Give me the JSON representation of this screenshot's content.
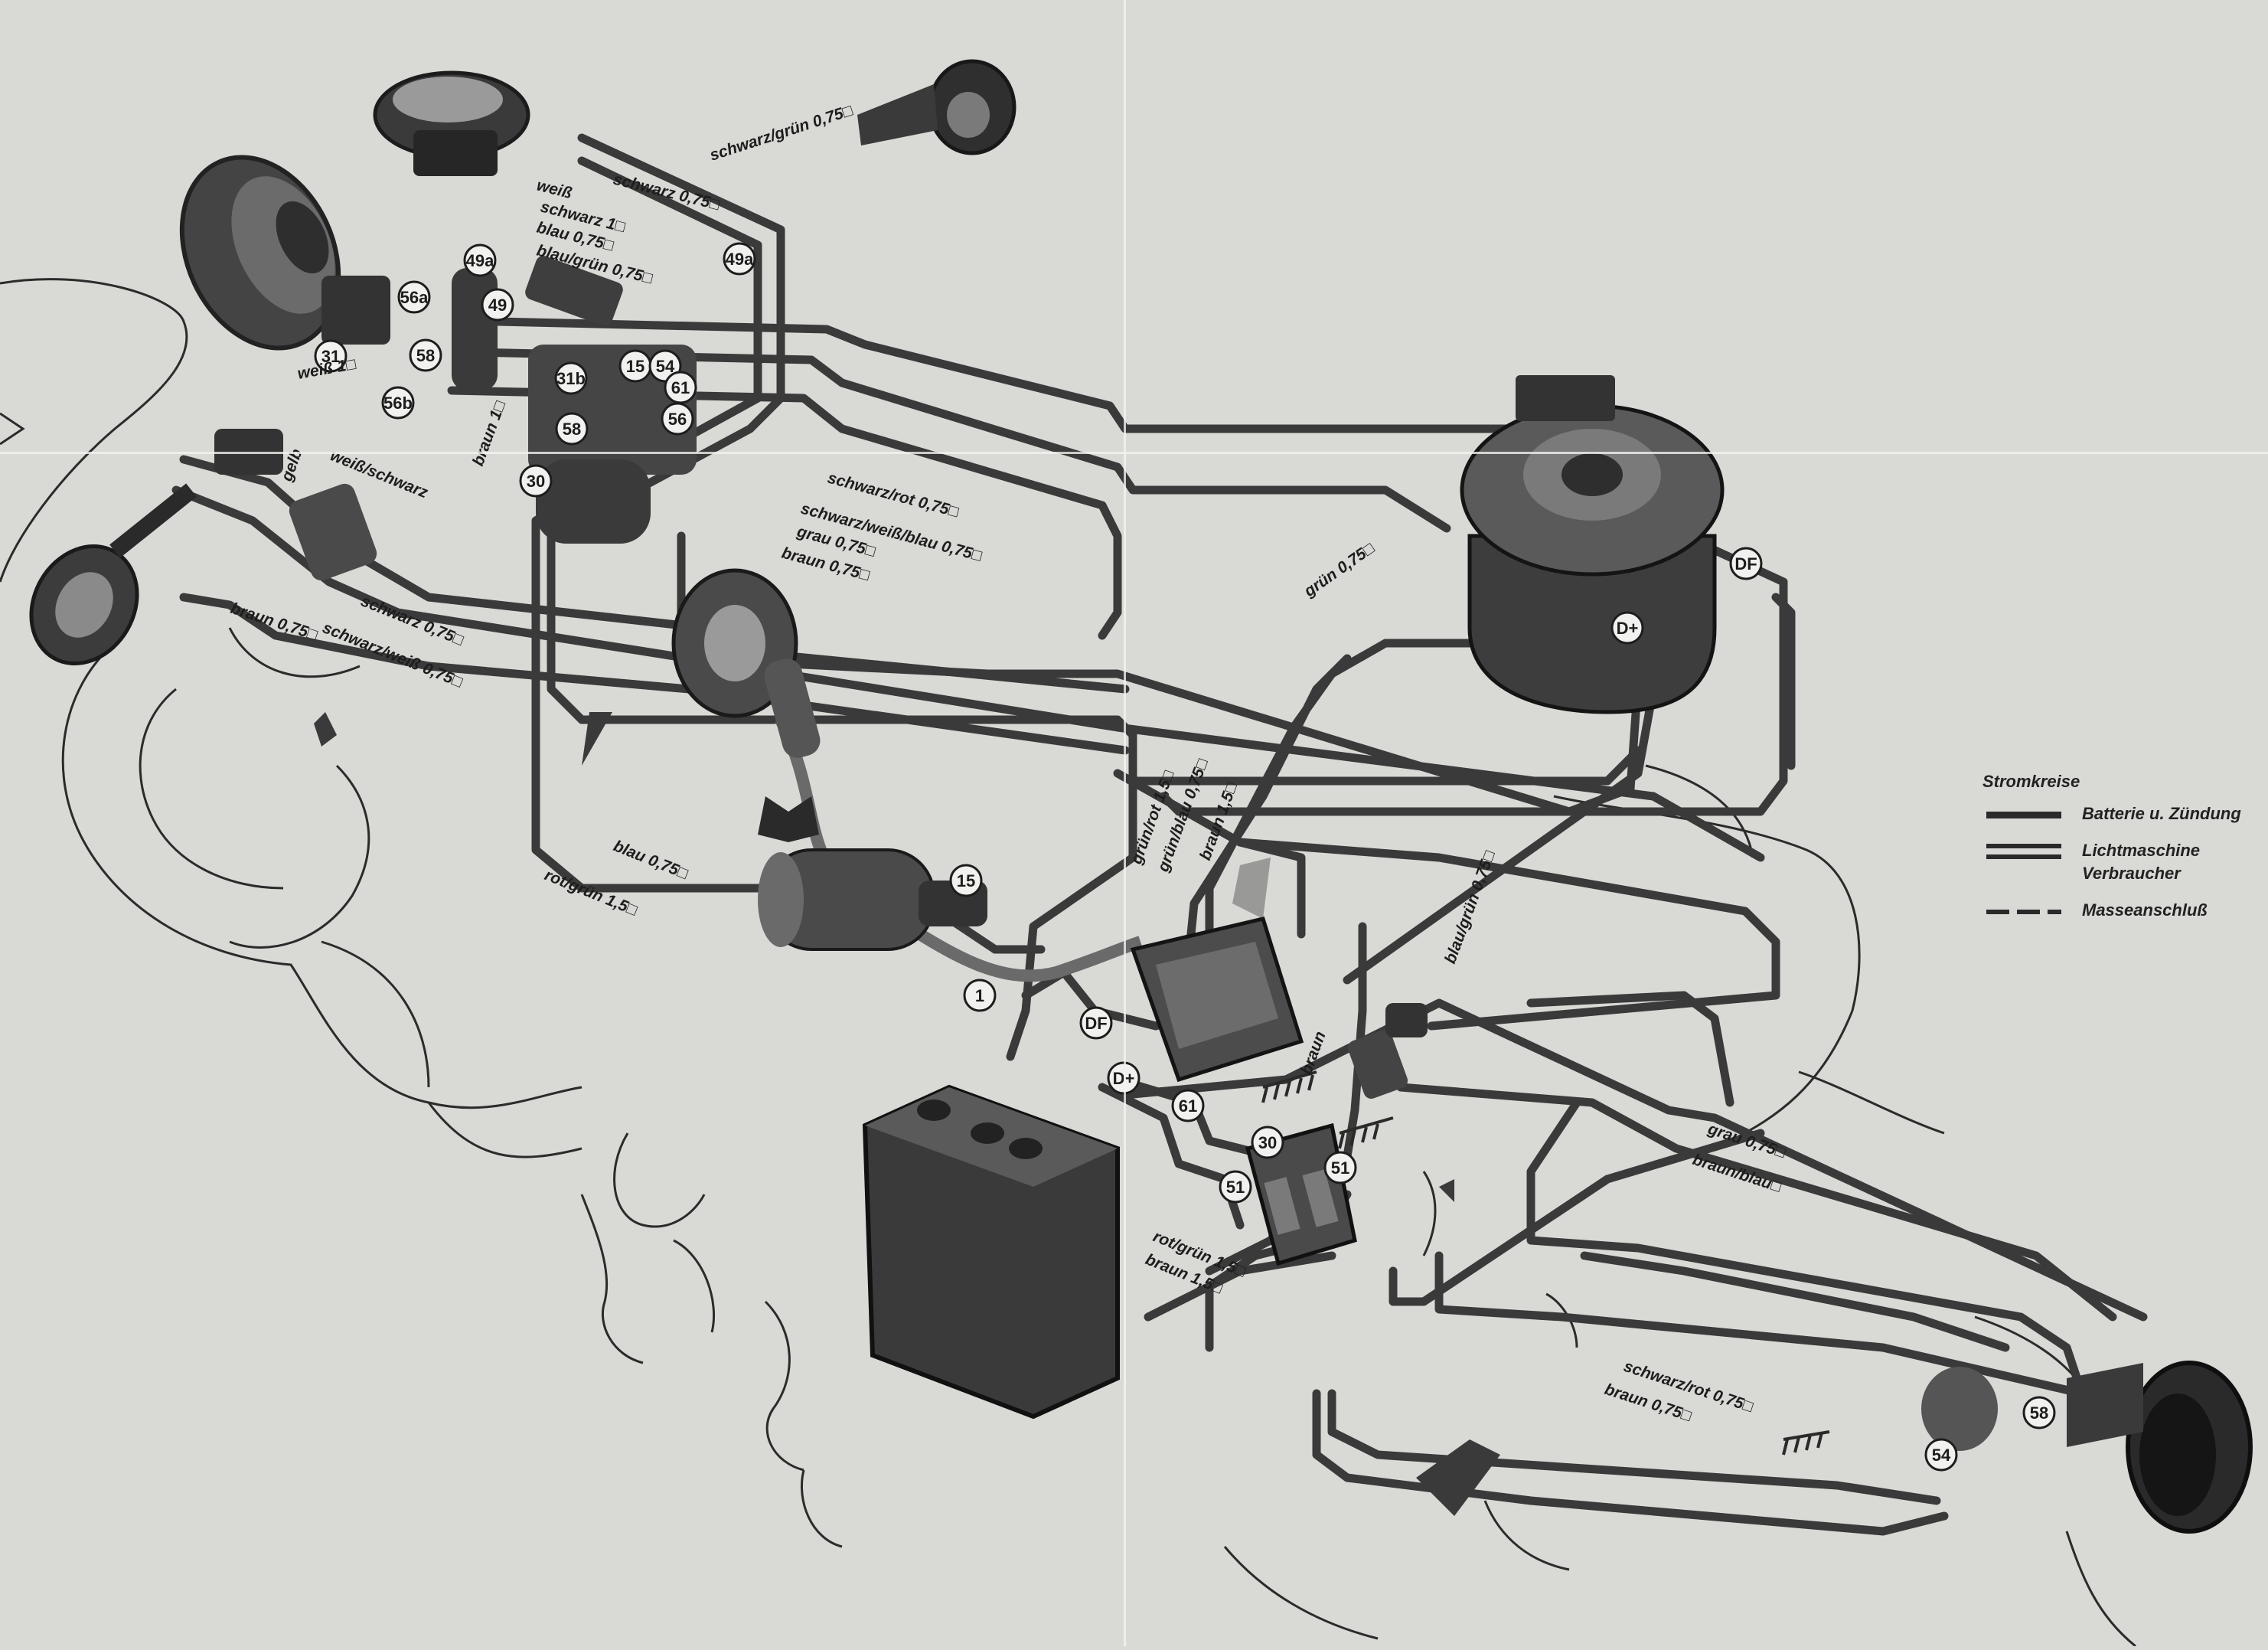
{
  "wire_labels": {
    "schwarz_gruen_075": "schwarz/grün 0,75□",
    "schwarz_075_a": "schwarz 0,75□",
    "weiss": "weiß",
    "schwarz_1": "schwarz 1□",
    "blau_075": "blau 0,75□",
    "blau_gruen_075": "blau/grün 0,75□",
    "weiss_1": "weiß 1□",
    "gelb": "gelb",
    "weiss_schwarz": "weiß/schwarz",
    "braun_1": "braun 1□",
    "braun_075_left": "braun 0,75□",
    "schwarz_075_left": "schwarz 0,75□",
    "schwarz_weiss_075_left": "schwarz/weiß 0,75□",
    "schwarz_rot_075": "schwarz/rot 0,75□",
    "schwarz_weiss_blau": "schwarz/weiß/blau 0,75□",
    "grau_075": "grau 0,75□",
    "braun_075_mid": "braun 0,75□",
    "gruen_075": "grün 0,75□",
    "gruen_rot_15": "grün/rot 1,5□",
    "gruen_blau_075": "grün/blau 0,75□",
    "braun_15_a": "braun 1,5□",
    "blau_gruen_075_b": "blau/grün 0,75□",
    "blau_075_b": "blau 0,75□",
    "rot_gruen_15_a": "rot/grün 1,5□",
    "rot_gruen_15_b": "rot/grün 1,5□",
    "braun_15_b": "braun 1,5□",
    "braun_vert": "braun",
    "grau_075_b": "grau 0,75□",
    "braun_blau": "braun/blau□",
    "schwarz_rot_075_b": "schwarz/rot 0,75□",
    "braun_075_c": "braun 0,75□"
  },
  "terminals": {
    "t56a": "56a",
    "t31": "31",
    "t58_top": "58",
    "t56b": "56b",
    "t49a": "49a",
    "t49": "49",
    "t31b": "31b",
    "t15_top": "15",
    "t54": "54",
    "t61_top": "61",
    "t56": "56",
    "t58b": "58",
    "t30_top": "30",
    "t49a_right": "49a",
    "tDF_gen": "DF",
    "tDplus_gen": "D+",
    "t15_coil": "15",
    "t1_coil": "1",
    "tDF_reg": "DF",
    "tDplus_reg": "D+",
    "t61_reg": "61",
    "t30_fuse": "30",
    "t51_fuse_l": "51",
    "t51_fuse_r": "51",
    "t58_tail": "58",
    "t54_tail": "54"
  },
  "legend": {
    "title": "Stromkreise",
    "items": [
      {
        "label": "Batterie u. Zündung",
        "style": "thick"
      },
      {
        "label": "Lichtmaschine",
        "style": "double"
      },
      {
        "label": "Verbraucher",
        "style": "thin"
      },
      {
        "label": "Masseanschluß",
        "style": "dash"
      }
    ]
  }
}
